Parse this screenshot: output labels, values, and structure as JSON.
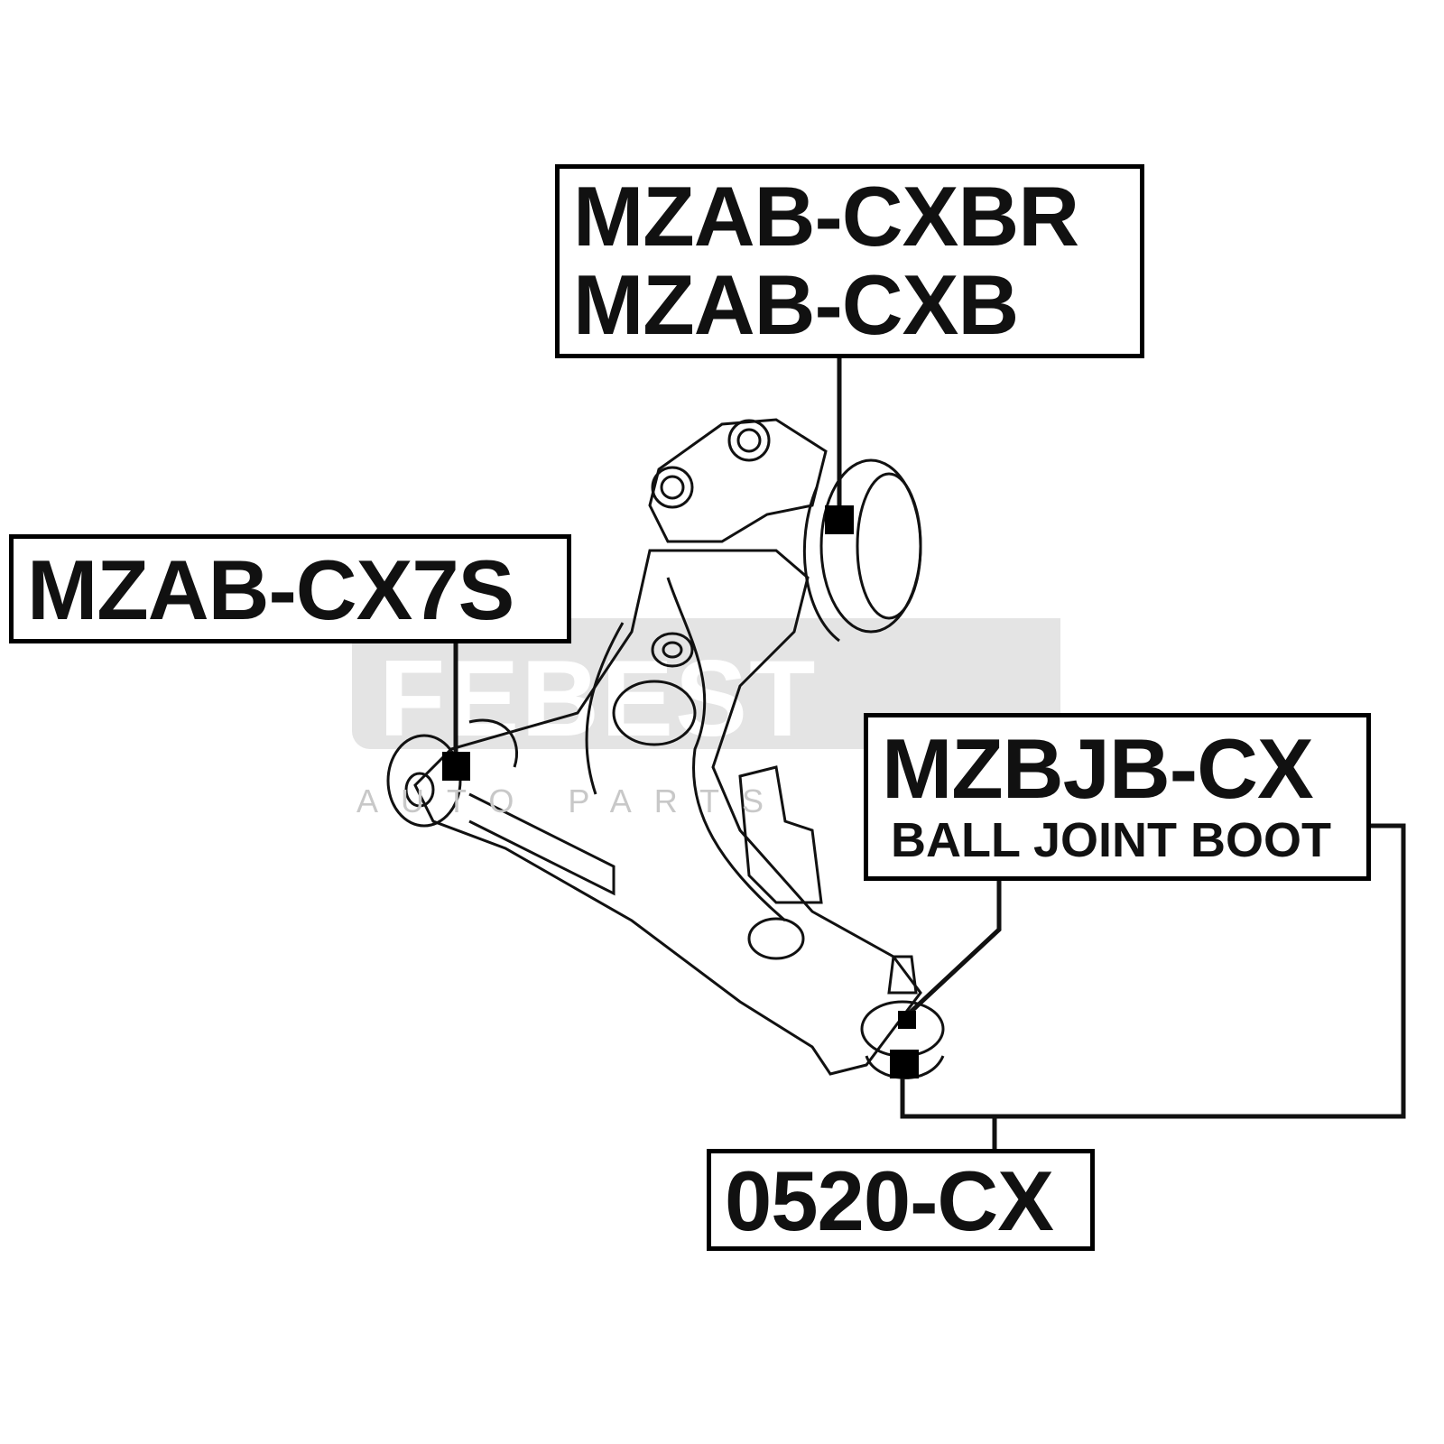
{
  "watermark": {
    "brand": "FEBEST",
    "tagline": "AUTO PARTS"
  },
  "labels": {
    "upper_bushing": {
      "line1": "MZAB-CXBR",
      "line2": "MZAB-CXB"
    },
    "front_bushing": {
      "line1": "MZAB-CX7S"
    },
    "ball_joint_boot": {
      "line1": "MZBJB-CX",
      "line2": "BALL JOINT BOOT"
    },
    "ball_joint": {
      "line1": "0520-CX"
    }
  }
}
